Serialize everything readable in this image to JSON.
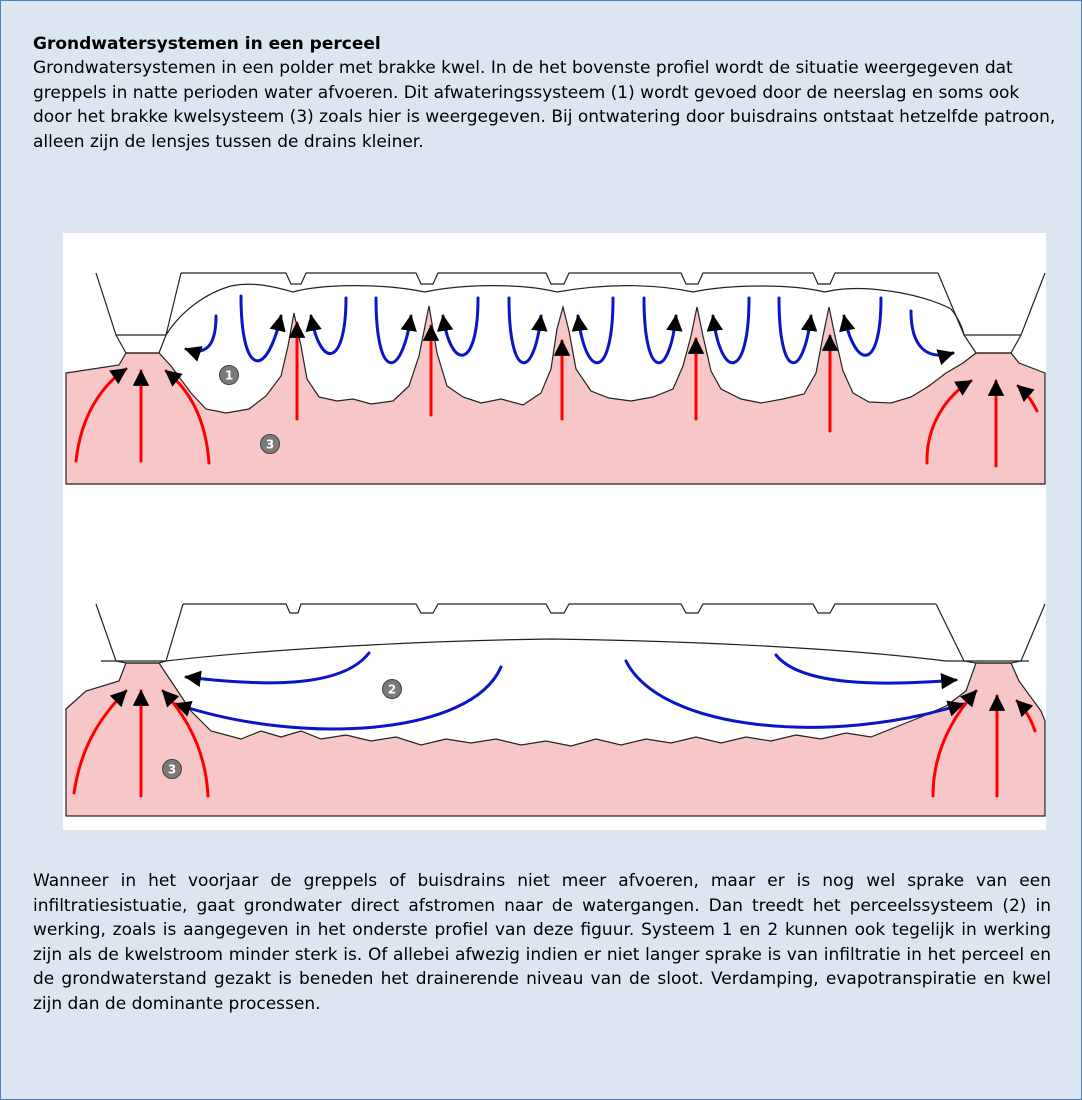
{
  "heading": "Grondwatersystemen in een perceel",
  "intro": "Grondwatersystemen in een polder met brakke kwel. In de het bovenste profiel wordt de situatie weergegeven dat greppels in natte perioden water afvoeren. Dit afwateringssysteem (1) wordt gevoed door de neerslag en soms ook door het brakke kwelsysteem (3) zoals hier is weergegeven. Bij ontwatering door buisdrains  ontstaat hetzelfde patroon, alleen zijn de lensjes tussen de drains kleiner.",
  "figure": {
    "labels": {
      "system1": "1",
      "system2": "2",
      "system3": "3"
    },
    "colors": {
      "seepage_fill": "#f7c7c8",
      "seepage_arrow": "#ff0000",
      "flow_line": "#0a14c8",
      "outline": "#222222",
      "badge": "#7a7a7a"
    }
  },
  "bottom_text": "Wanneer in het voorjaar de greppels of buisdrains niet meer afvoeren, maar er is nog wel sprake van een infiltratiesistuatie, gaat grondwater direct afstromen naar de watergangen. Dan treedt het perceelssysteem (2) in werking, zoals is aangegeven in het onderste profiel van deze figuur.  Systeem 1 en 2 kunnen ook tegelijk in werking zijn als de kwelstroom minder sterk is. Of allebei afwezig indien er niet langer sprake is van infiltratie in het perceel en de grondwaterstand gezakt is beneden het drainerende niveau van de sloot. Verdamping, evapotranspiratie en kwel zijn dan de dominante processen."
}
